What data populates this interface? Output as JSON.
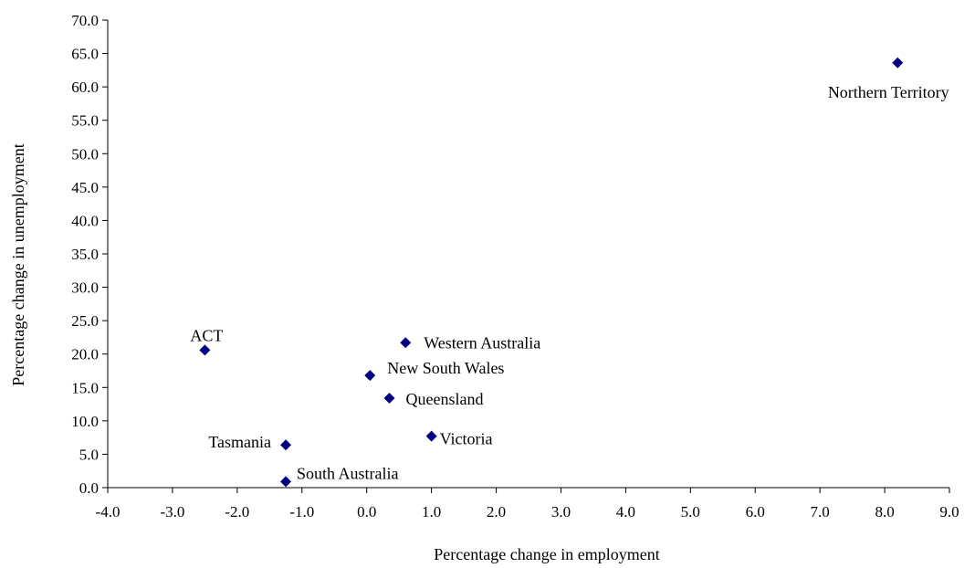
{
  "chart_data": {
    "type": "scatter",
    "xlabel": "Percentage change in employment",
    "ylabel": "Percentage change in unemployment",
    "xlim": [
      -4.0,
      9.0
    ],
    "ylim": [
      0.0,
      70.0
    ],
    "xticks": [
      "-4.0",
      "-3.0",
      "-2.0",
      "-1.0",
      "0.0",
      "1.0",
      "2.0",
      "3.0",
      "4.0",
      "5.0",
      "6.0",
      "7.0",
      "8.0",
      "9.0"
    ],
    "yticks": [
      "0.0",
      "5.0",
      "10.0",
      "15.0",
      "20.0",
      "25.0",
      "30.0",
      "35.0",
      "40.0",
      "45.0",
      "50.0",
      "55.0",
      "60.0",
      "65.0",
      "70.0"
    ],
    "grid": false,
    "marker": "diamond",
    "marker_color": "#000080",
    "points": [
      {
        "label": "Northern Territory",
        "x": 8.2,
        "y": 63.6
      },
      {
        "label": "ACT",
        "x": -2.5,
        "y": 20.6
      },
      {
        "label": "Western Australia",
        "x": 0.6,
        "y": 21.7
      },
      {
        "label": "New South Wales",
        "x": 0.05,
        "y": 16.8
      },
      {
        "label": "Queensland",
        "x": 0.35,
        "y": 13.4
      },
      {
        "label": "Victoria",
        "x": 1.0,
        "y": 7.7
      },
      {
        "label": "Tasmania",
        "x": -1.25,
        "y": 6.4
      },
      {
        "label": "South Australia",
        "x": -1.25,
        "y": 0.9
      }
    ]
  }
}
